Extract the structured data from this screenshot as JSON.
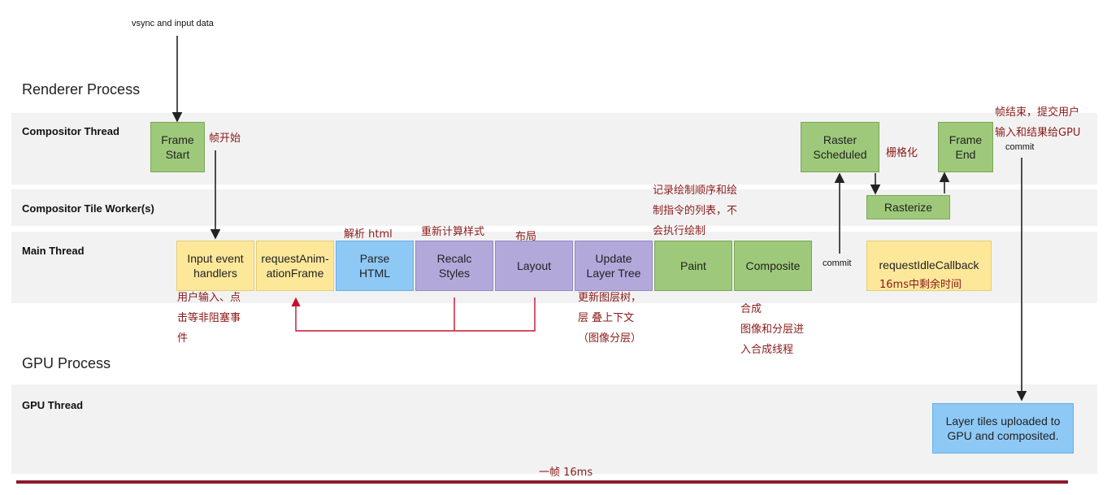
{
  "top_input": "vsync and input data",
  "processes": {
    "renderer": "Renderer Process",
    "gpu": "GPU Process"
  },
  "lanes": {
    "compositor": "Compositor Thread",
    "tile_worker": "Compositor Tile Worker(s)",
    "main": "Main Thread",
    "gpu_thread": "GPU Thread"
  },
  "boxes": {
    "frame_start": "Frame\nStart",
    "raster_scheduled": "Raster\nScheduled",
    "frame_end": "Frame\nEnd",
    "rasterize": "Rasterize",
    "input_handlers": "Input event\nhandlers",
    "raf": "requestAnim-\nationFrame",
    "parse_html": "Parse\nHTML",
    "recalc_styles": "Recalc\nStyles",
    "layout": "Layout",
    "update_layer_tree": "Update\nLayer Tree",
    "paint": "Paint",
    "composite": "Composite",
    "request_idle": "requestIdleCallback",
    "layer_tiles": "Layer tiles uploaded to\nGPU and composited."
  },
  "labels": {
    "commit_main": "commit",
    "commit_top": "commit"
  },
  "notes": {
    "frame_start": "帧开始",
    "raster": "栅格化",
    "frame_end": "帧结束，提交用户\n输入和结果给GPU",
    "paint": "记录绘制顺序和绘\n制指令的列表，不\n会执行绘制",
    "parse": "解析 html",
    "recalc": "重新计算样式",
    "layout": "布局",
    "input": "用户输入、点\n击等非阻塞事\n件",
    "update_layer": "更新图层树，\n层 叠上下文\n （图像分层）",
    "composite": "合成\n图像和分层进\n入合成线程",
    "idle": "16ms中剩余时间",
    "frame": "一帧 16ms"
  },
  "colors": {
    "green": "#9ec97a",
    "yellow": "#fde89a",
    "blue": "#8ec9f6",
    "purple": "#b2a8da",
    "note_red": "#8b1a1a",
    "timeline_bar": "#8b1a2b"
  }
}
